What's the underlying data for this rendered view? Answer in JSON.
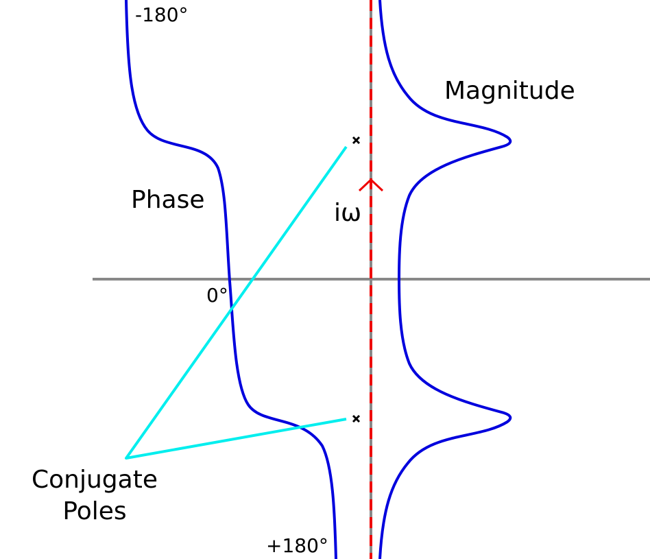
{
  "labels": {
    "magnitude": "Magnitude",
    "phase": "Phase",
    "i_omega": "iω",
    "zero_deg": "0°",
    "minus_180": "-180°",
    "plus_180": "+180°",
    "conjugate_line1": "Conjugate",
    "conjugate_line2": "Poles"
  },
  "colors": {
    "curve": "#0000dd",
    "axis": "#888888",
    "imag_axis_dash": "#ee0000",
    "pointer": "#00eeee",
    "pole_marker": "#000000",
    "direction_arrow": "#ee0000"
  }
}
